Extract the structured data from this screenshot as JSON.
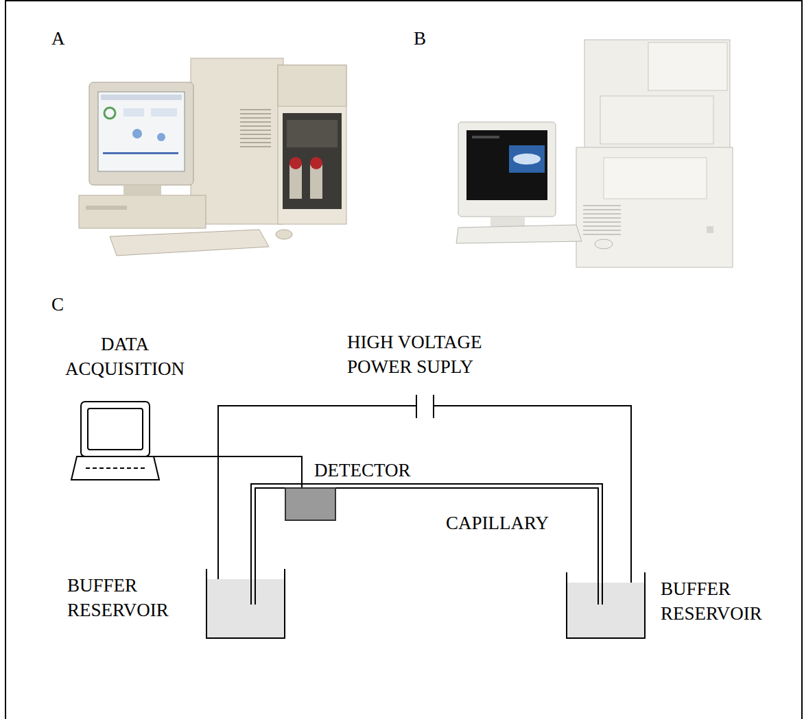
{
  "diagram": {
    "labels": [
      "A",
      "B",
      "C",
      "DATA ACQUISITION",
      "HIGH VOLTAGE POWER SUPLY",
      "DETECTOR",
      "CAPILLARY",
      "BUFFER RESERVOIR",
      "BUFFER RESERVOIR"
    ]
  }
}
